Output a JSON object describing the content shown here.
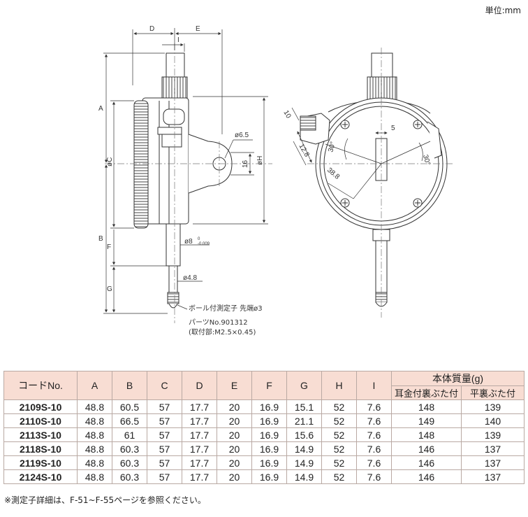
{
  "unit_label": "単位:mm",
  "drawing": {
    "dim_D": "D",
    "dim_E": "E",
    "dim_I": "I",
    "dim_A": "A",
    "dim_C": "øC",
    "dim_H": "øH",
    "dim_B": "B",
    "dim_F": "F",
    "dim_G": "G",
    "hole": "ø6.5",
    "lug": "16",
    "stem": "ø8",
    "stem_tol_upper": "0",
    "stem_tol_lower": "-0.009",
    "spindle": "ø4.8",
    "contact_label": "ボール付測定子  先端ø3",
    "parts_label": "パーツNo.901312",
    "mount_label": "(取付部:M2.5×0.45)",
    "front_10": "10",
    "front_5": "5",
    "front_128": "12.8",
    "front_30_left": "30°",
    "front_30_right": "30°",
    "front_388": "38.8"
  },
  "table": {
    "headers": [
      "コードNo.",
      "A",
      "B",
      "C",
      "D",
      "E",
      "F",
      "G",
      "H",
      "I"
    ],
    "mass_header": "本体質量(g)",
    "mass_subheaders": [
      "耳金付裏ぶた付",
      "平裏ぶた付"
    ],
    "rows": [
      [
        "2109S-10",
        "48.8",
        "60.5",
        "57",
        "17.7",
        "20",
        "16.9",
        "15.1",
        "52",
        "7.6",
        "148",
        "139"
      ],
      [
        "2110S-10",
        "48.8",
        "66.5",
        "57",
        "17.7",
        "20",
        "16.9",
        "21.1",
        "52",
        "7.6",
        "149",
        "140"
      ],
      [
        "2113S-10",
        "48.8",
        "61",
        "57",
        "17.7",
        "20",
        "16.9",
        "15.6",
        "52",
        "7.6",
        "148",
        "139"
      ],
      [
        "2118S-10",
        "48.8",
        "60.3",
        "57",
        "17.7",
        "20",
        "16.9",
        "14.9",
        "52",
        "7.6",
        "146",
        "137"
      ],
      [
        "2119S-10",
        "48.8",
        "60.3",
        "57",
        "17.7",
        "20",
        "16.9",
        "14.9",
        "52",
        "7.6",
        "146",
        "137"
      ],
      [
        "2124S-10",
        "48.8",
        "60.3",
        "57",
        "17.7",
        "20",
        "16.9",
        "14.9",
        "52",
        "7.6",
        "146",
        "137"
      ]
    ]
  },
  "footnote": "※測定子詳細は、F-51~F-55ページを参照ください。"
}
